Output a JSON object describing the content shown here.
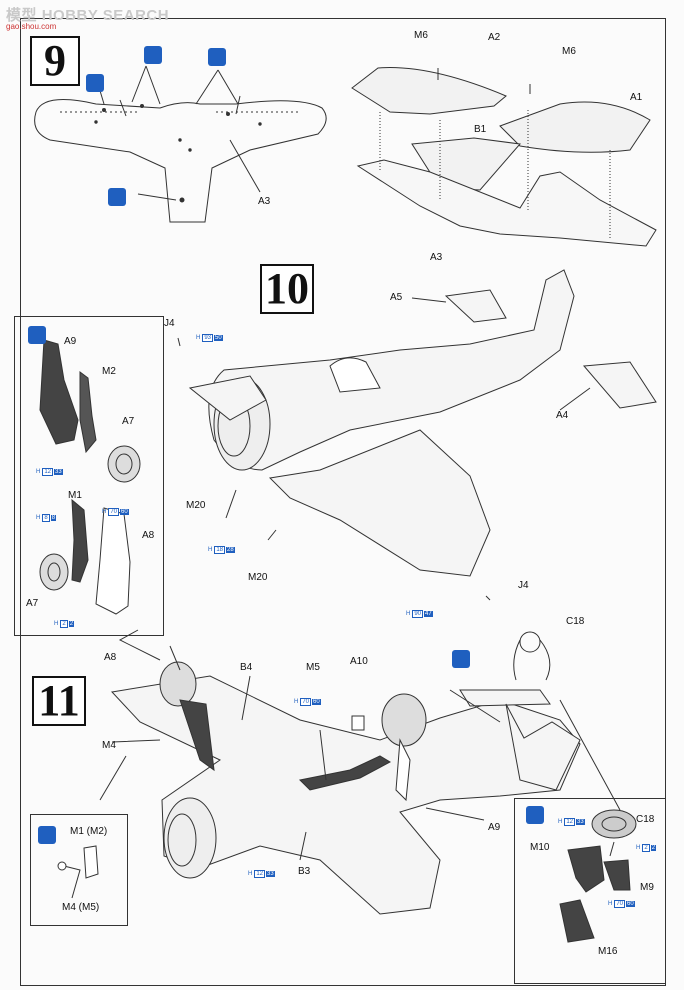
{
  "watermark": {
    "brand": "HOBBY SEARCH",
    "chinese": "模型",
    "site": "gao.shou.com"
  },
  "steps": {
    "s9": "9",
    "s10": "10",
    "s11": "11"
  },
  "labels": {
    "m6_left": "M6",
    "a2": "A2",
    "m6_right": "M6",
    "a1": "A1",
    "b1": "B1",
    "a3_left": "A3",
    "a3_right": "A3",
    "a5": "A5",
    "a4": "A4",
    "j4_top": "J4",
    "j4_bottom": "J4",
    "m20_top": "M20",
    "m20_bottom": "M20",
    "a9_inset": "A9",
    "m2_inset": "M2",
    "a7_top": "A7",
    "m1_inset": "M1",
    "a8_inset": "A8",
    "a7_bottom": "A7",
    "a8_main": "A8",
    "b4": "B4",
    "m5": "M5",
    "a10": "A10",
    "c18_main": "C18",
    "m4_main": "M4",
    "a9_main": "A9",
    "b3": "B3",
    "m1m2": "M1 (M2)",
    "m4m5": "M4 (M5)",
    "c18_inset": "C18",
    "m10": "M10",
    "m9": "M9",
    "m16": "M16"
  },
  "paint_codes": [
    {
      "id": "j4a",
      "h": "H",
      "c1": "93",
      "c2": "50"
    },
    {
      "id": "gear1",
      "h": "H",
      "c1": "12",
      "c2": "33"
    },
    {
      "id": "gear2",
      "h": "H",
      "c1": "70",
      "c2": "60"
    },
    {
      "id": "gear3",
      "h": "H",
      "c1": "8",
      "c2": "8"
    },
    {
      "id": "wheel",
      "h": "H",
      "c1": "2",
      "c2": "2"
    },
    {
      "id": "m20",
      "h": "H",
      "c1": "18",
      "c2": "28"
    },
    {
      "id": "j4b",
      "h": "H",
      "c1": "90",
      "c2": "47"
    },
    {
      "id": "m5",
      "h": "H",
      "c1": "70",
      "c2": "60"
    },
    {
      "id": "b3",
      "h": "H",
      "c1": "12",
      "c2": "33"
    },
    {
      "id": "r1",
      "h": "H",
      "c1": "12",
      "c2": "33"
    },
    {
      "id": "r2",
      "h": "H",
      "c1": "2",
      "c2": "2"
    },
    {
      "id": "r3",
      "h": "H",
      "c1": "70",
      "c2": "60"
    }
  ],
  "colors": {
    "accent_blue": "#1f5fbf",
    "ink": "#111111",
    "part_shade": "#444444"
  }
}
